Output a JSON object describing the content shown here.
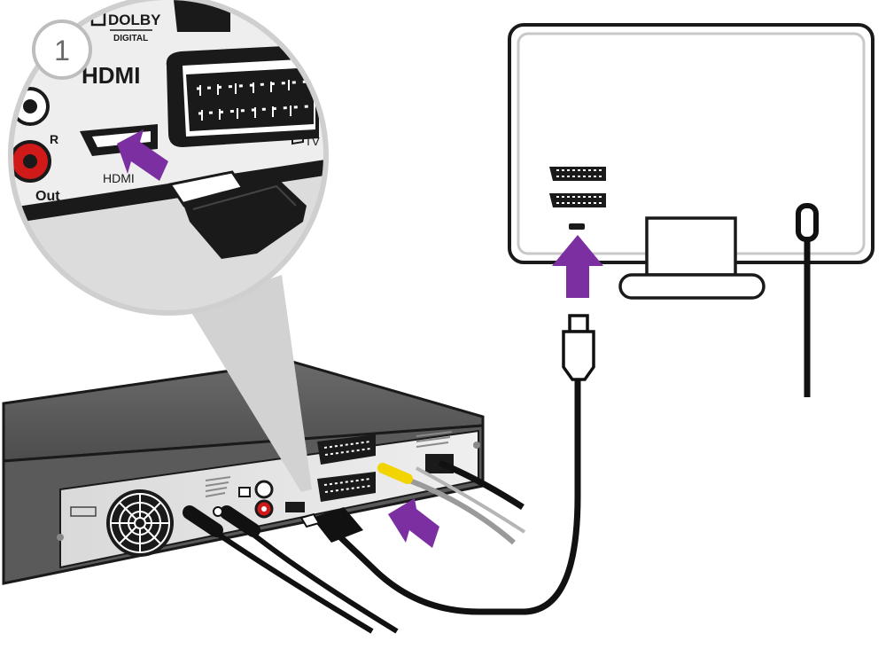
{
  "step": {
    "number": "1"
  },
  "zoom_labels": {
    "brand_line1": "DOLBY",
    "brand_line2": "DIGITAL",
    "hdmi_logo": "HDMI",
    "hdmi_port": "HDMI",
    "scart_port": "TV",
    "audio_out": "Out",
    "audio_right": "R"
  },
  "colors": {
    "arrow": "#7b2fa0",
    "outline": "#1a1a1a",
    "device_body": "#5a5a5a",
    "zoom_bg": "#e6e6e6",
    "cable": "#111111",
    "yellow_cable": "#f1d400",
    "audio_red": "#d01a1a"
  }
}
